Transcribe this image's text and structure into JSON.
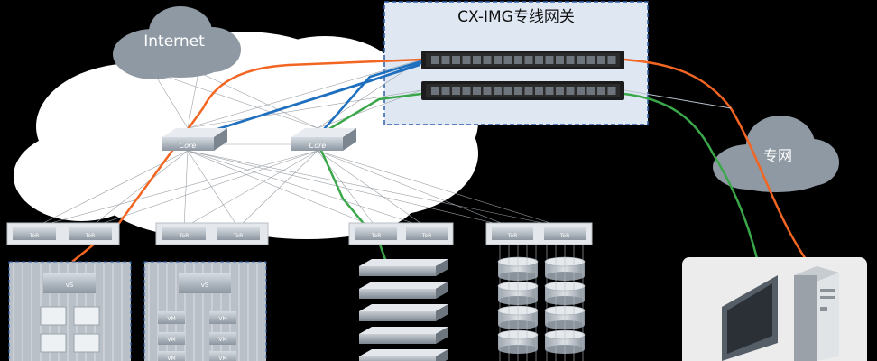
{
  "gateway": {
    "title": "CX-IMG专线网关"
  },
  "clouds": {
    "internet": "Internet",
    "private": "专网"
  },
  "core_switches": [
    {
      "label": "Core"
    },
    {
      "label": "Core"
    }
  ],
  "tor_groups": [
    {
      "tors": [
        "ToR",
        "ToR"
      ],
      "inner": "vS"
    },
    {
      "tors": [
        "ToR",
        "ToR"
      ],
      "inner": "vS",
      "vms": [
        "VM",
        "VM",
        "VM",
        "VM",
        "VM",
        "VM"
      ]
    },
    {
      "tors": [
        "ToR",
        "ToR"
      ]
    },
    {
      "tors": [
        "ToR",
        "ToR"
      ]
    }
  ],
  "colors": {
    "orange": "#f26522",
    "blue": "#1f6fbf",
    "green": "#3aa84a",
    "cloud": "#ffffff",
    "gray_cloud": "#8f99a3",
    "gateway_bg": "#dfe8f2"
  }
}
